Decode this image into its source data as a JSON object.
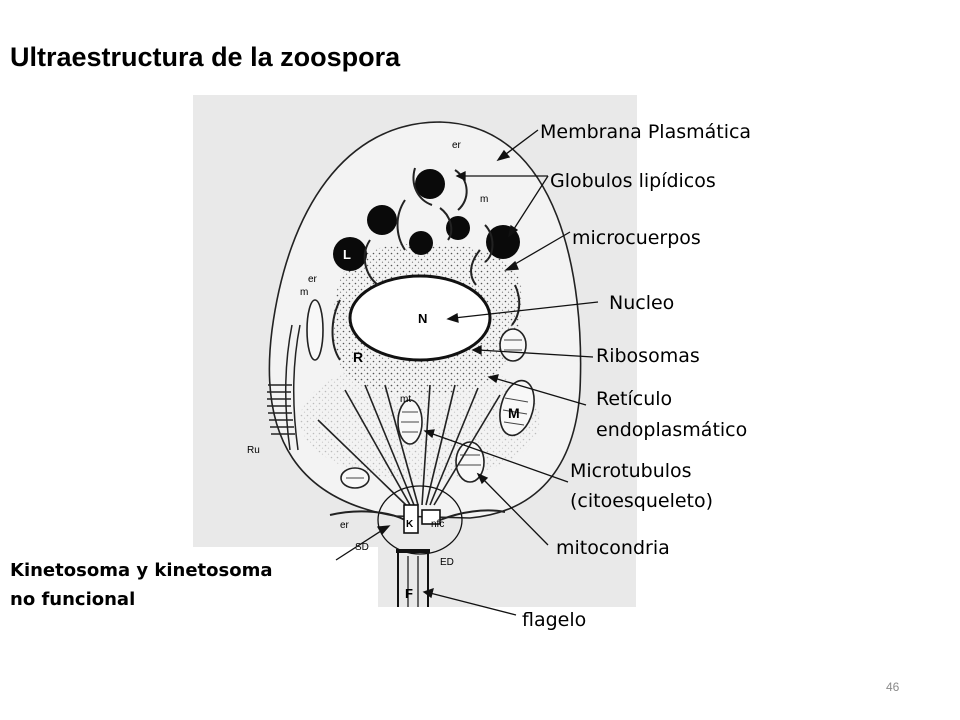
{
  "title": "Ultraestructura de la zoospora",
  "labels": {
    "membrana": "Membrana Plasmática",
    "globulos": "Globulos lipídicos",
    "microcuerpos": "microcuerpos",
    "nucleo": "Nucleo",
    "ribosomas": "Ribosomas",
    "reticulo_1": "Retículo",
    "reticulo_2": "endoplasmático",
    "microtubulos_1": "Microtubulos",
    "microtubulos_2": "(citoesqueleto)",
    "mitocondria": "mitocondria",
    "flagelo": "flagelo"
  },
  "kinetosoma": {
    "line1": "Kinetosoma y kinetosoma",
    "line2": "no funcional"
  },
  "figure_labels": {
    "er_top": "er",
    "m_top": "m",
    "L": "L",
    "er_left": "er",
    "m_left": "m",
    "N": "N",
    "R": "R",
    "mt": "mt",
    "M": "M",
    "Ru": "Ru",
    "er_bottom": "er",
    "K": "K",
    "nfc": "nfc",
    "SD": "SD",
    "ED": "ED",
    "F": "F"
  },
  "page_number": "46"
}
